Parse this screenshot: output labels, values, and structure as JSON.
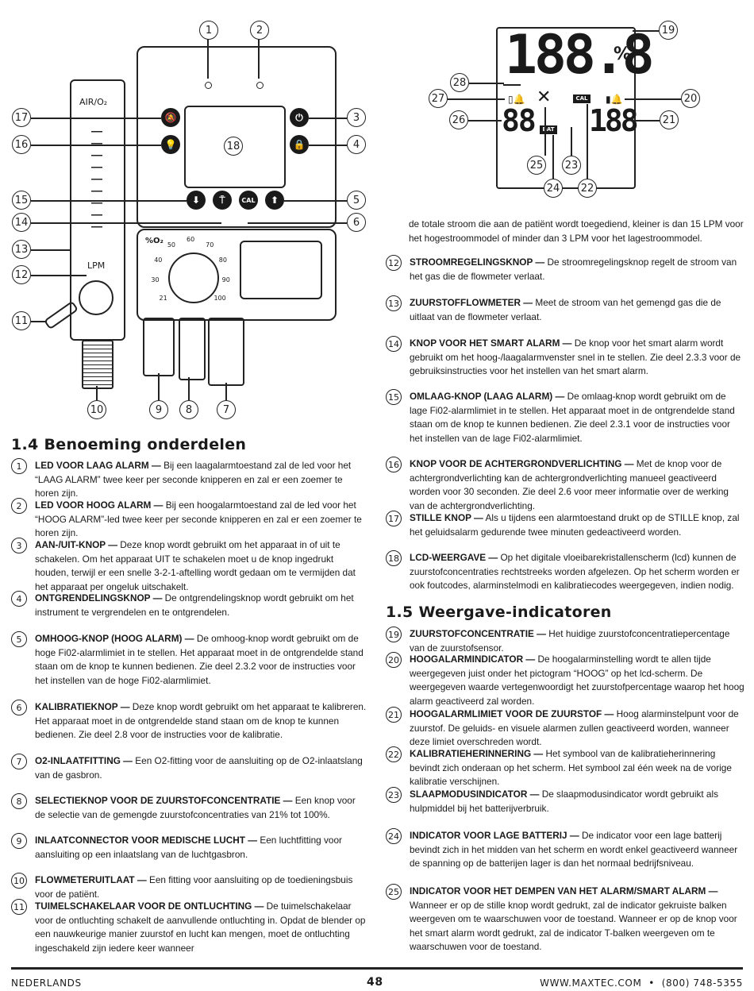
{
  "device": {
    "flowmeter_label": "AIR/O₂",
    "lpm_label": "LPM",
    "o2_scale_label": "%O₂",
    "dial_ticks": [
      "21",
      "30",
      "40",
      "50",
      "60",
      "70",
      "80",
      "90",
      "100"
    ],
    "callouts": [
      "1",
      "2",
      "3",
      "4",
      "5",
      "6",
      "7",
      "8",
      "9",
      "10",
      "11",
      "12",
      "13",
      "14",
      "15",
      "16",
      "17",
      "18"
    ]
  },
  "lcd": {
    "main_reading": "188.8",
    "percent": "%",
    "left_reading": "88",
    "right_reading": "188",
    "cal_badge": "CAL",
    "bat_badge": "BAT",
    "callouts": [
      "19",
      "20",
      "21",
      "22",
      "23",
      "24",
      "25",
      "26",
      "27",
      "28"
    ]
  },
  "section_14": {
    "title": "1.4 Benoeming onderdelen",
    "items": [
      {
        "n": "1",
        "label": "LED VOOR LAAG ALARM —",
        "text": " Bij een laagalarmtoestand zal de led voor het “LAAG ALARM” twee keer per seconde knipperen en zal er een zoemer te horen zijn."
      },
      {
        "n": "2",
        "label": "LED VOOR HOOG ALARM —",
        "text": " Bij een hoogalarmtoestand zal de led voor het “HOOG ALARM”-led twee keer per seconde knipperen en zal er een zoemer te horen zijn."
      },
      {
        "n": "3",
        "label": "AAN-/UIT-KNOP —",
        "text": " Deze knop wordt gebruikt om het apparaat in of uit te schakelen. Om het apparaat UIT te schakelen moet u de knop ingedrukt houden, terwijl er een snelle 3-2-1-aftelling wordt gedaan om te vermijden dat het apparaat per ongeluk uitschakelt."
      },
      {
        "n": "4",
        "label": "ONTGRENDELINGSKNOP —",
        "text": " De ontgrendelingsknop wordt gebruikt om het instrument te vergrendelen en te ontgrendelen."
      },
      {
        "n": "5",
        "label": "OMHOOG-KNOP (HOOG ALARM) —",
        "text": " De omhoog-knop wordt gebruikt om de hoge Fi02-alarmlimiet in te stellen. Het apparaat moet in de ontgrendelde stand staan om de knop te kunnen bedienen. Zie deel 2.3.2 voor de instructies voor het instellen van de hoge Fi02-alarmlimiet."
      },
      {
        "n": "6",
        "label": "KALIBRATIEKNOP —",
        "text": " Deze knop wordt gebruikt om het apparaat te kalibreren. Het apparaat moet in de ontgrendelde stand staan om de knop te kunnen bedienen. Zie deel 2.8 voor de instructies voor de kalibratie."
      },
      {
        "n": "7",
        "label": "O2-INLAATFITTING —",
        "text": " Een O2-fitting voor de aansluiting op de O2-inlaatslang van de gasbron."
      },
      {
        "n": "8",
        "label": "SELECTIEKNOP VOOR DE ZUURSTOFCONCENTRATIE —",
        "text": " Een knop voor de selectie van de gemengde zuurstofconcentraties van 21% tot 100%."
      },
      {
        "n": "9",
        "label": "INLAATCONNECTOR VOOR MEDISCHE LUCHT —",
        "text": " Een luchtfitting voor aansluiting op een inlaatslang van de luchtgasbron."
      },
      {
        "n": "10",
        "label": "FLOWMETERUITLAAT —",
        "text": " Een fitting voor aansluiting op de toedieningsbuis voor de patiënt."
      },
      {
        "n": "11",
        "label": "TUIMELSCHAKELAAR VOOR DE ONTLUCHTING —",
        "text": " De tuimelschakelaar voor de ontluchting schakelt de aanvullende ontluchting in. Opdat de blender op een nauwkeurige manier zuurstof en lucht kan mengen, moet de ontluchting ingeschakeld zijn iedere keer wanneer"
      }
    ]
  },
  "right_col": {
    "continuation": "de totale stroom die aan de patiënt wordt toegediend, kleiner is dan 15 LPM voor het hogestroommodel of minder dan 3 LPM voor het lagestroommodel.",
    "items": [
      {
        "n": "12",
        "label": "STROOMREGELINGSKNOP —",
        "text": " De stroomregelingsknop regelt de stroom van het gas die de flowmeter verlaat."
      },
      {
        "n": "13",
        "label": "ZUURSTOFFLOWMETER —",
        "text": " Meet de stroom van het gemengd gas die de uitlaat van de flowmeter verlaat."
      },
      {
        "n": "14",
        "label": "KNOP VOOR HET SMART ALARM —",
        "text": " De knop voor het smart alarm wordt gebruikt om het hoog-/laagalarmvenster snel in te stellen. Zie deel 2.3.3 voor de gebruiksinstructies voor het instellen van het smart alarm."
      },
      {
        "n": "15",
        "label": "OMLAAG-KNOP (LAAG ALARM) —",
        "text": " De omlaag-knop wordt gebruikt om de lage Fi02-alarmlimiet in te stellen. Het apparaat moet in de ontgrendelde stand staan om de knop te kunnen bedienen. Zie deel 2.3.1 voor de instructies voor het instellen van de lage Fi02-alarmlimiet."
      },
      {
        "n": "16",
        "label": "KNOP VOOR DE ACHTERGRONDVERLICHTING —",
        "text": " Met de knop voor de achtergrondverlichting kan de achtergrondverlichting manueel geactiveerd worden voor 30 seconden. Zie deel 2.6 voor meer informatie over de werking van de achtergrondverlichting."
      },
      {
        "n": "17",
        "label": "STILLE KNOP —",
        "text": " Als u tijdens een alarmtoestand drukt op de STILLE knop, zal het geluidsalarm gedurende twee minuten gedeactiveerd worden."
      },
      {
        "n": "18",
        "label": "LCD-WEERGAVE —",
        "text": " Op het digitale vloeibarekristallenscherm (lcd) kunnen de zuurstofconcentraties rechtstreeks worden afgelezen. Op het scherm worden er ook foutcodes, alarminstelmodi en kalibratiecodes weergegeven, indien nodig."
      }
    ]
  },
  "section_15": {
    "title": "1.5 Weergave-indicatoren",
    "items": [
      {
        "n": "19",
        "label": "ZUURSTOFCONCENTRATIE —",
        "text": " Het huidige zuurstofconcentratiepercentage van de zuurstofsensor."
      },
      {
        "n": "20",
        "label": "HOOGALARMINDICATOR —",
        "text": " De hoogalarminstelling wordt te allen tijde weergegeven juist onder het pictogram “HOOG” op het lcd-scherm. De weergegeven waarde vertegenwoordigt het zuurstofpercentage waarop het hoog alarm geactiveerd zal worden."
      },
      {
        "n": "21",
        "label": "HOOGALARMLIMIET VOOR DE ZUURSTOF —",
        "text": " Hoog alarminstelpunt voor de zuurstof. De geluids- en visuele alarmen zullen geactiveerd worden, wanneer deze limiet overschreden wordt."
      },
      {
        "n": "22",
        "label": "KALIBRATIEHERINNERING —",
        "text": " Het symbool van de kalibratieherinnering bevindt zich onderaan op het scherm. Het symbool zal één week na de vorige kalibratie verschijnen."
      },
      {
        "n": "23",
        "label": "SLAAPMODUSINDICATOR —",
        "text": " De slaapmodusindicator wordt gebruikt als hulpmiddel bij het batterijverbruik."
      },
      {
        "n": "24",
        "label": "INDICATOR VOOR LAGE BATTERIJ —",
        "text": " De indicator voor een lage batterij bevindt zich in het midden van het scherm en wordt enkel geactiveerd wanneer de spanning op de batterijen lager is dan het normaal bedrijfsniveau."
      },
      {
        "n": "25",
        "label": "INDICATOR VOOR HET DEMPEN VAN HET ALARM/SMART ALARM —",
        "text": " Wanneer er op de stille knop wordt gedrukt, zal de indicator gekruiste balken weergeven om te waarschuwen voor de toestand. Wanneer er op de knop voor het smart alarm wordt gedrukt, zal de indicator T-balken weergeven om te waarschuwen voor de toestand."
      }
    ]
  },
  "footer": {
    "language": "NEDERLANDS",
    "page": "48",
    "website": "WWW.MAXTEC.COM  •  (800) 748-5355"
  }
}
